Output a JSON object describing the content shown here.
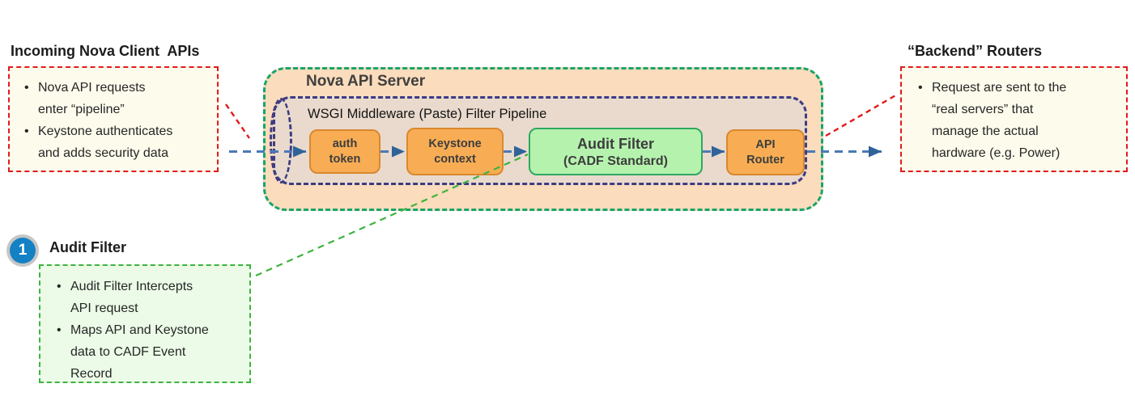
{
  "colors": {
    "red_dash": "#e01b1b",
    "note_cream": "#fdfbec",
    "server_border": "#17a56c",
    "server_bg": "#fbdcbc",
    "pipeline_border": "#3e3c82",
    "pipeline_bg": "#e9dacd",
    "stage_orange": "#f8ad55",
    "stage_orange_border": "#d9882f",
    "stage_green": "#b5f2ae",
    "stage_green_border": "#2fa860",
    "arrow_blue": "#4a7ab8",
    "arrow_head": "#2f6399",
    "callout_bg": "#ebfbe7",
    "callout_border": "#3db43d",
    "badge_blue": "#1581c5"
  },
  "left_note": {
    "heading": "Incoming Nova Client  APIs",
    "bullets": [
      "Nova API requests\nenter “pipeline”",
      "Keystone authenticates\nand adds security data"
    ]
  },
  "server": {
    "title": "Nova API Server",
    "pipeline_title": "WSGI Middleware (Paste) Filter Pipeline",
    "stages": [
      {
        "name": "auth-token",
        "line1": "auth",
        "line2": "token",
        "style": "orange"
      },
      {
        "name": "keystone-context",
        "line1": "Keystone",
        "line2": "context",
        "style": "orange"
      },
      {
        "name": "audit-filter",
        "line1": "Audit Filter",
        "line2": "(CADF Standard)",
        "style": "green"
      },
      {
        "name": "api-router",
        "line1": "API",
        "line2": "Router",
        "style": "orange"
      }
    ]
  },
  "right_note": {
    "heading": "“Backend” Routers",
    "bullets": [
      "Request are sent to the\n“real servers” that\nmanage the actual\nhardware (e.g. Power)"
    ]
  },
  "callout": {
    "badge": "1",
    "title": "Audit Filter",
    "bullets": [
      "Audit Filter Intercepts\nAPI request",
      "Maps API and Keystone\ndata to CADF Event\nRecord"
    ]
  }
}
